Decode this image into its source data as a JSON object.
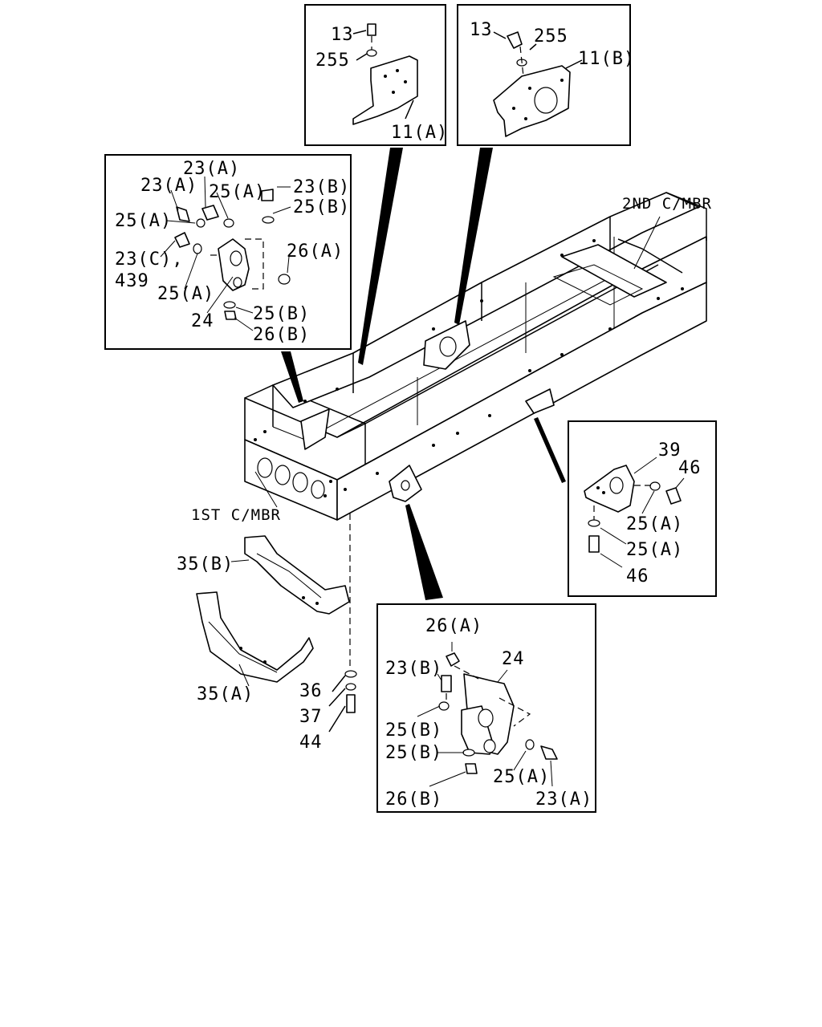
{
  "labels": {
    "box_11a": {
      "bolt": "13",
      "washer": "255",
      "bracket": "11(A)"
    },
    "box_11b": {
      "bolt": "13",
      "washer": "255",
      "bracket": "11(B)"
    },
    "box_left": {
      "l1": "23(A)",
      "l2": "23(A)",
      "l3": "25(A)",
      "l4": "23(B)",
      "l5": "25(B)",
      "l6": "25(A)",
      "l7": "26(A)",
      "l8": "23(C),",
      "l9": "439",
      "l10": "25(A)",
      "l11": "25(B)",
      "l12": "24",
      "l13": "26(B)"
    },
    "frame": {
      "second_crossmember": "2ND C/MBR",
      "first_crossmember": "1ST C/MBR"
    },
    "box_right": {
      "l1": "39",
      "l2": "46",
      "l3": "25(A)",
      "l4": "25(A)",
      "l5": "46"
    },
    "bumper": {
      "upper": "35(B)",
      "lower": "35(A)",
      "washer": "36",
      "lockwasher": "37",
      "bolt": "44"
    },
    "box_bottom": {
      "l1": "26(A)",
      "l2": "24",
      "l3": "23(B)",
      "l4": "25(B)",
      "l5": "25(B)",
      "l6": "25(A)",
      "l7": "26(B)",
      "l8": "23(A)"
    }
  }
}
